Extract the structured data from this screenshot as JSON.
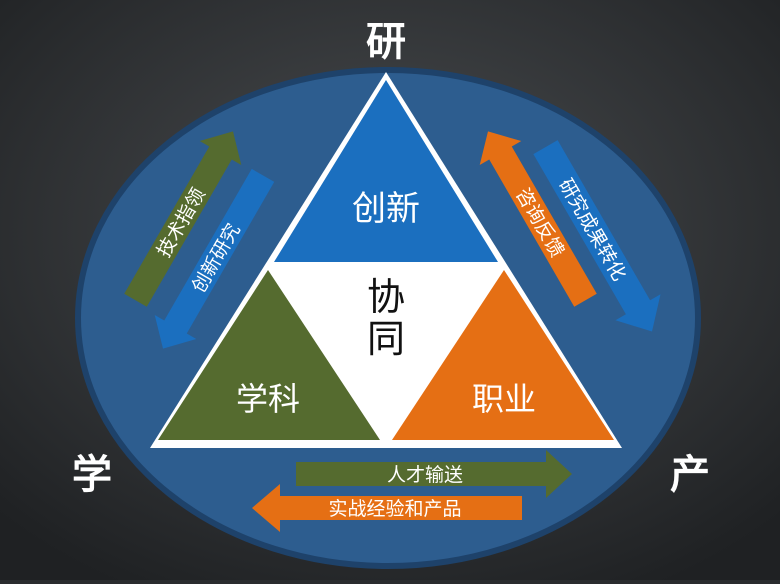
{
  "corners": {
    "top": "研",
    "left": "学",
    "right": "产"
  },
  "triangle": {
    "top": "创新",
    "center_line1": "协",
    "center_line2": "同",
    "bottom_left": "学科",
    "bottom_right": "职业"
  },
  "arrows": {
    "left_outer": "技术指领",
    "left_inner": "创新研究",
    "right_outer": "咨询反馈",
    "right_inner": "研究成果转化",
    "bottom_upper": "人才输送",
    "bottom_lower": "实战经验和产品"
  },
  "colors": {
    "background": "#2a2c2e",
    "circle": "#2d5d8f",
    "circle_border": "#1e426a",
    "blue": "#1b6fbf",
    "green": "#556b2f",
    "orange": "#e56f14",
    "white": "#ffffff"
  }
}
